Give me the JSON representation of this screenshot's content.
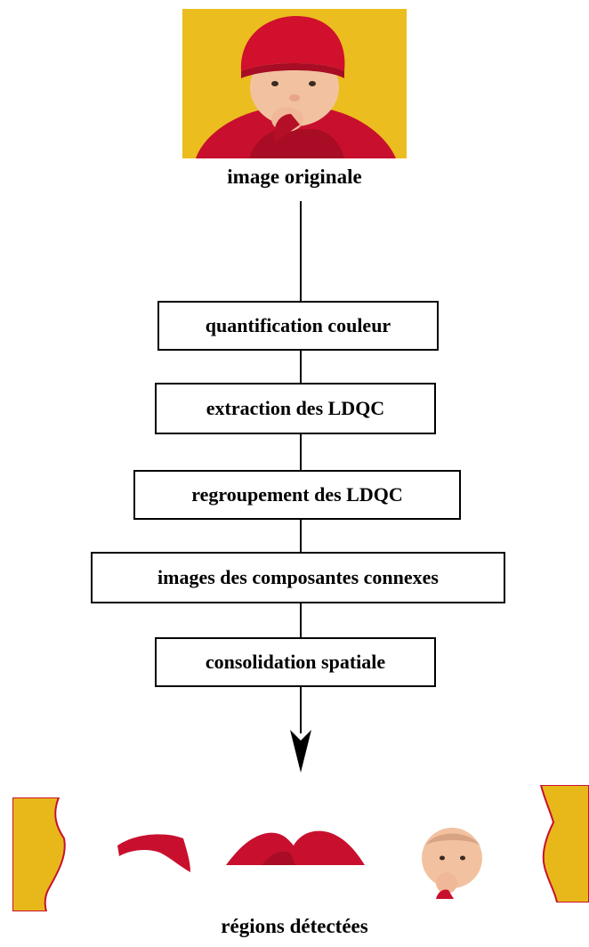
{
  "top_caption": "image originale",
  "steps": [
    "quantification couleur",
    "extraction des LDQC",
    "regroupement des LDQC",
    "images des composantes connexes",
    "consolidation spatiale"
  ],
  "bottom_caption": "régions détectées",
  "colors": {
    "background_yellow": "#e8b81a",
    "garment_red": "#c8102e",
    "skin": "#f2c2a0"
  }
}
